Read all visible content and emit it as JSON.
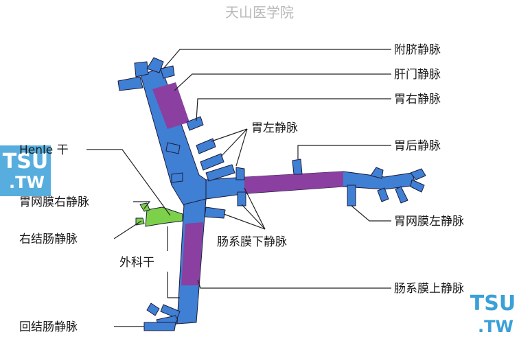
{
  "watermark": {
    "title": "天山医学院",
    "brand_top": "TSU",
    "brand_bottom": ".TW",
    "color": "#3aa0d8"
  },
  "colors": {
    "vein_blue": "#3f7fd4",
    "vein_purple": "#8b3fa0",
    "vein_green": "#7dd14a",
    "outline": "#1c1c3a"
  },
  "labels": {
    "paraumbilical": "附脐静脉",
    "portal_hepatic": "肝门静脉",
    "right_gastric": "胃右静脉",
    "left_gastric": "胃左静脉",
    "posterior_gastric": "胃后静脉",
    "henle": "Henle 干",
    "right_gastroepiploic": "胃网膜右静脉",
    "left_gastroepiploic": "胃网膜左静脉",
    "right_colic": "右结肠静脉",
    "inferior_mesenteric": "肠系膜下静脉",
    "surgical_trunk": "外科干",
    "superior_mesenteric": "肠系膜上静脉",
    "ileocolic": "回结肠静脉"
  }
}
